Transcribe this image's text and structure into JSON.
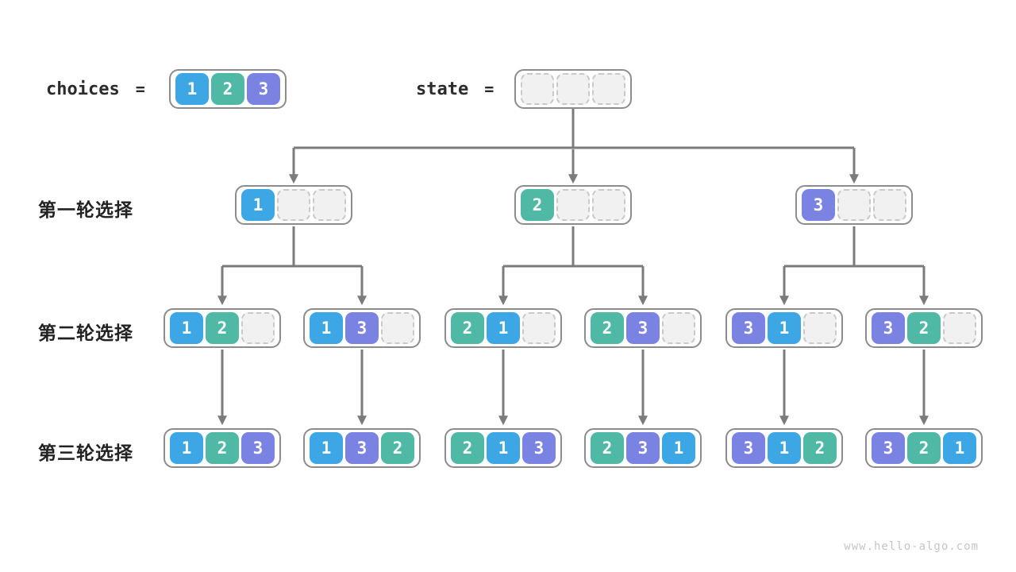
{
  "title": "Permutations backtracking choices diagram",
  "watermark": "www.hello-algo.com",
  "colors": {
    "choice1_blue": "#3ca7e4",
    "choice2_teal": "#50b9a5",
    "choice3_purple": "#7a82e2",
    "empty_cell_fill": "#f1f1f2",
    "empty_cell_border": "#c9c9c9",
    "box_border": "#8c8c8c",
    "arrow": "#7b7b7b",
    "label_text": "#222222"
  },
  "header": {
    "choices_label": "choices",
    "equals": "=",
    "choices_cells": [
      "1",
      "2",
      "3"
    ],
    "state_label": "state",
    "state_cells": [
      "",
      "",
      ""
    ]
  },
  "rows": [
    {
      "label": "第一轮选择",
      "boxes": [
        [
          "1",
          "",
          ""
        ],
        [
          "2",
          "",
          ""
        ],
        [
          "3",
          "",
          ""
        ]
      ]
    },
    {
      "label": "第二轮选择",
      "boxes": [
        [
          "1",
          "2",
          ""
        ],
        [
          "1",
          "3",
          ""
        ],
        [
          "2",
          "1",
          ""
        ],
        [
          "2",
          "3",
          ""
        ],
        [
          "3",
          "1",
          ""
        ],
        [
          "3",
          "2",
          ""
        ]
      ]
    },
    {
      "label": "第三轮选择",
      "boxes": [
        [
          "1",
          "2",
          "3"
        ],
        [
          "1",
          "3",
          "2"
        ],
        [
          "2",
          "1",
          "3"
        ],
        [
          "2",
          "3",
          "1"
        ],
        [
          "3",
          "1",
          "2"
        ],
        [
          "3",
          "2",
          "1"
        ]
      ]
    }
  ]
}
